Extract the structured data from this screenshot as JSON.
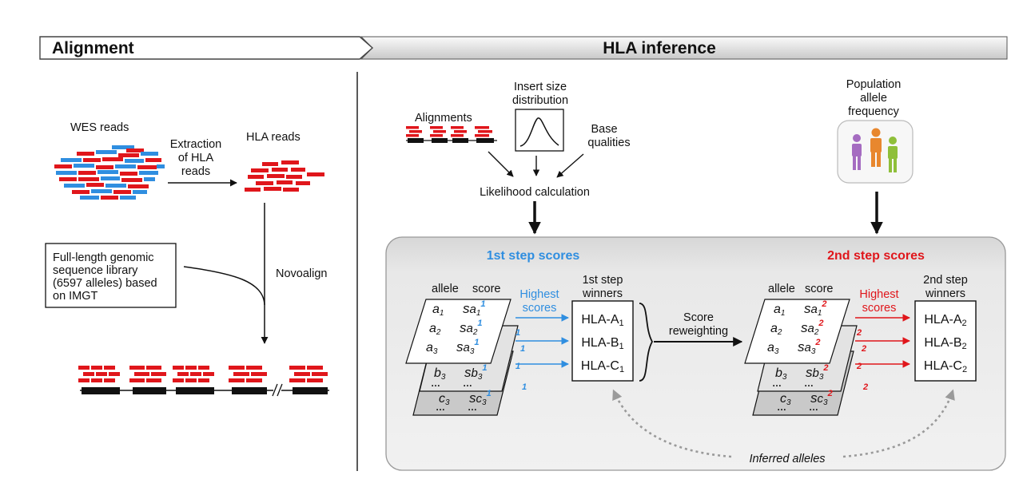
{
  "header": {
    "alignment": "Alignment",
    "hla_inference": "HLA inference"
  },
  "alignment": {
    "wes_reads": "WES reads",
    "extraction": [
      "Extraction",
      "of HLA",
      "reads"
    ],
    "hla_reads": "HLA reads",
    "library": [
      "Full-length genomic",
      "sequence library",
      "(6597 alleles) based",
      "on IMGT"
    ],
    "novoalign": "Novoalign"
  },
  "inputs": {
    "alignments": "Alignments",
    "insert_size": [
      "Insert size",
      "distribution"
    ],
    "base_qualities": [
      "Base",
      "qualities"
    ],
    "likelihood": "Likelihood calculation",
    "population": [
      "Population",
      "allele",
      "frequency"
    ]
  },
  "step1": {
    "title": "1st step scores",
    "col_allele": "allele",
    "col_score": "score",
    "highest": [
      "Highest",
      "scores"
    ],
    "winners_title": [
      "1st step",
      "winners"
    ],
    "winners": [
      {
        "name": "HLA-A",
        "sub": "1"
      },
      {
        "name": "HLA-B",
        "sub": "1"
      },
      {
        "name": "HLA-C",
        "sub": "1"
      }
    ],
    "sup": "1"
  },
  "reweight": [
    "Score",
    "reweighting"
  ],
  "step2": {
    "title": "2nd step scores",
    "col_allele": "allele",
    "col_score": "score",
    "highest": [
      "Highest",
      "scores"
    ],
    "winners_title": [
      "2nd step",
      "winners"
    ],
    "winners": [
      {
        "name": "HLA-A",
        "sub": "2"
      },
      {
        "name": "HLA-B",
        "sub": "2"
      },
      {
        "name": "HLA-C",
        "sub": "2"
      }
    ],
    "sup": "2"
  },
  "inferred": "Inferred alleles",
  "colors": {
    "blue": "#2f8ee0",
    "red": "#e0161b",
    "panel": "#e6e6e6",
    "read_red": "#e0161b",
    "read_blue": "#2f8ee0"
  },
  "icons": [
    "sequencing-read-icon",
    "density-curve-icon",
    "people-icon",
    "curved-arrow-icon"
  ]
}
